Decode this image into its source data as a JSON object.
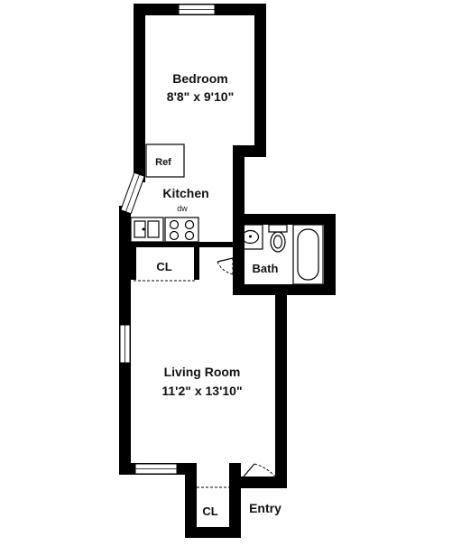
{
  "rooms": {
    "bedroom": {
      "name": "Bedroom",
      "dims": "8'8\" x 9'10\""
    },
    "kitchen": {
      "name": "Kitchen"
    },
    "living": {
      "name": "Living Room",
      "dims": "11'2\" x 13'10\""
    },
    "bath": {
      "name": "Bath"
    },
    "entry": {
      "name": "Entry"
    }
  },
  "fixtures": {
    "refrigerator": "Ref",
    "dishwasher": "dw",
    "closet_kitchen": "CL",
    "closet_entry": "CL"
  }
}
